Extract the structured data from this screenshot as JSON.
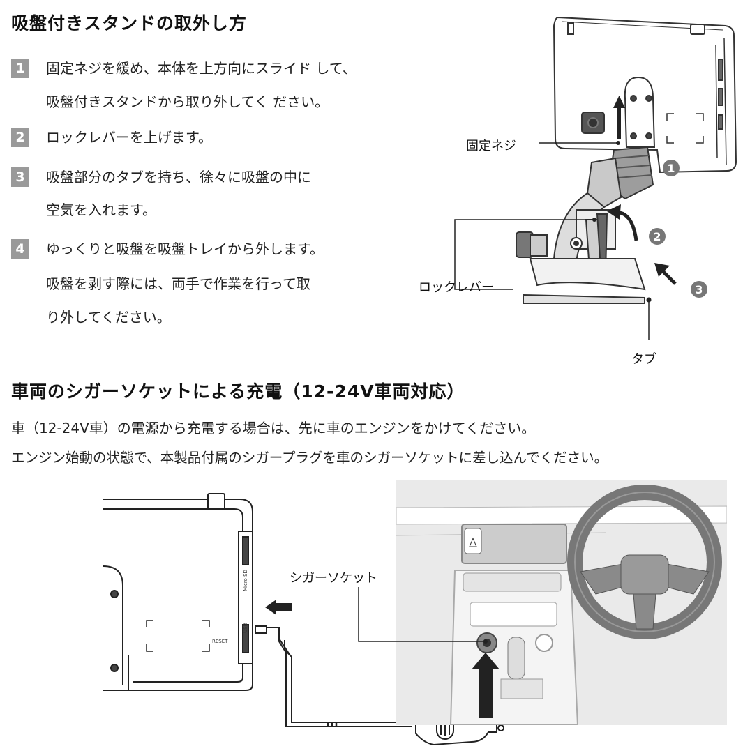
{
  "section1": {
    "title": "吸盤付きスタンドの取外し方",
    "steps": [
      {
        "num": "1",
        "lines": [
          "固定ネジを緩め、本体を上方向にスライド して、",
          "吸盤付きスタンドから取り外してく ださい。"
        ]
      },
      {
        "num": "2",
        "lines": [
          "ロックレバーを上げます。"
        ]
      },
      {
        "num": "3",
        "lines": [
          "吸盤部分のタブを持ち、徐々に吸盤の中に",
          "空気を入れます。"
        ]
      },
      {
        "num": "4",
        "lines": [
          "ゆっくりと吸盤を吸盤トレイから外します。",
          "吸盤を剥す際には、両手で作業を行って取",
          "り外してください。"
        ]
      }
    ],
    "diagram": {
      "label_screw": "固定ネジ",
      "label_lever": "ロックレバー",
      "label_tab": "タブ",
      "markers": [
        "1",
        "2",
        "3"
      ]
    }
  },
  "section2": {
    "title": "車両のシガーソケットによる充電（12-24V車両対応）",
    "paragraph": [
      "車（12-24V車）の電源から充電する場合は、先に車のエンジンをかけてください。",
      "エンジン始動の状態で、本製品付属のシガープラグを車のシガーソケットに差し込んでください。"
    ],
    "diagram": {
      "label_socket": "シガーソケット",
      "device_port_labels": [
        "Micro SD",
        "USB",
        "RESET"
      ]
    }
  }
}
